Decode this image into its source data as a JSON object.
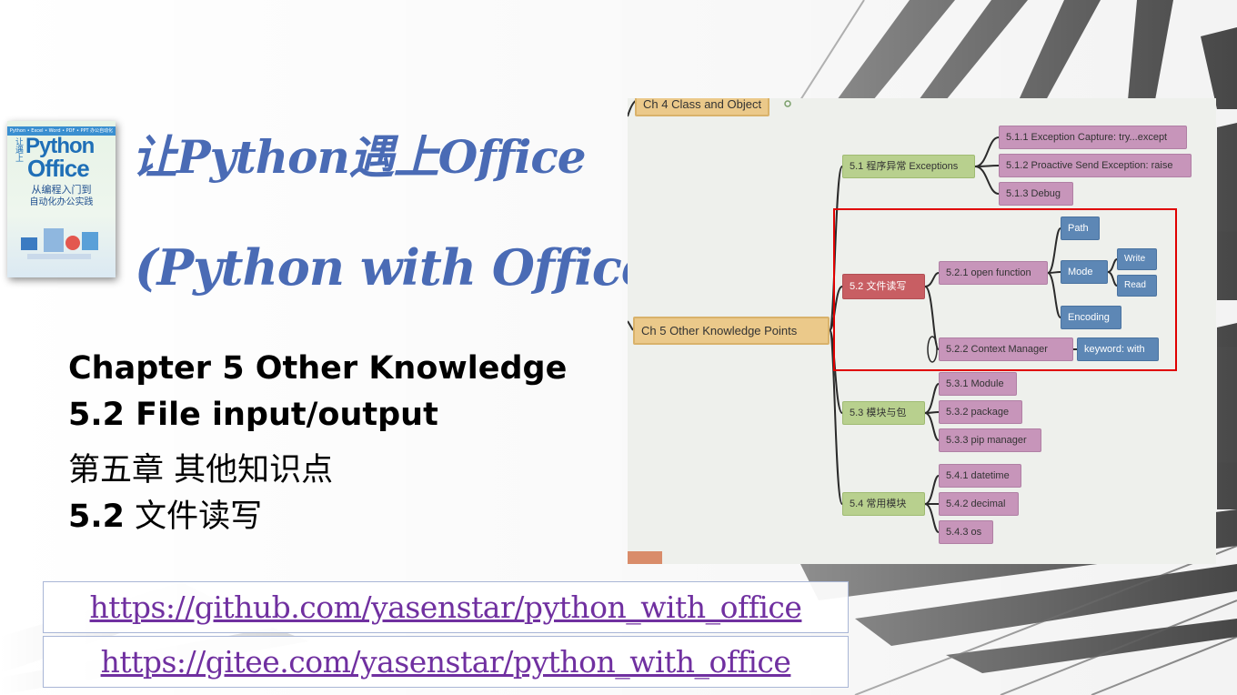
{
  "title": {
    "cn": "让Python遇上Office",
    "en": "(Python with Office)"
  },
  "book_cover": {
    "series": "Python • Excel • Word • PDF • PPT 办公自动化",
    "side": "让遇上",
    "title_line1": "Python",
    "title_line2": "Office",
    "subtitle_line1": "从编程入门到",
    "subtitle_line2": "自动化办公实践",
    "author": "",
    "publisher": ""
  },
  "body": {
    "line1": "Chapter 5 Other Knowledge",
    "line2": "5.2 File input/output",
    "line3": "第五章 其他知识点",
    "line4_num": "5.2",
    "line4_text": " 文件读写"
  },
  "links": [
    "https://github.com/yasenstar/python_with_office",
    "https://gitee.com/yasenstar/python_with_office"
  ],
  "mindmap": {
    "root_prev": "Ch 4 Class and Object",
    "root": "Ch 5 Other Knowledge Points",
    "s51": "5.1 程序异常 Exceptions",
    "s511": "5.1.1 Exception Capture: try...except",
    "s512": "5.1.2 Proactive Send Exception: raise",
    "s513": "5.1.3 Debug",
    "s52": "5.2 文件读写",
    "s521": "5.2.1 open function",
    "path": "Path",
    "mode": "Mode",
    "write": "Write",
    "read": "Read",
    "encoding": "Encoding",
    "s522": "5.2.2 Context Manager",
    "kw_with": "keyword: with",
    "s53": "5.3 模块与包",
    "s531": "5.3.1 Module",
    "s532": "5.3.2 package",
    "s533": "5.3.3 pip manager",
    "s54": "5.4 常用模块",
    "s541": "5.4.1 datetime",
    "s542": "5.4.2 decimal",
    "s543": "5.4.3 os",
    "colors": {
      "root": "#ebc98a",
      "level1": "#b8d08e",
      "level1_highlight": "#c85e63",
      "level2": "#c795ba",
      "level3": "#5d87b5",
      "highlight_box": "#e00000"
    }
  }
}
